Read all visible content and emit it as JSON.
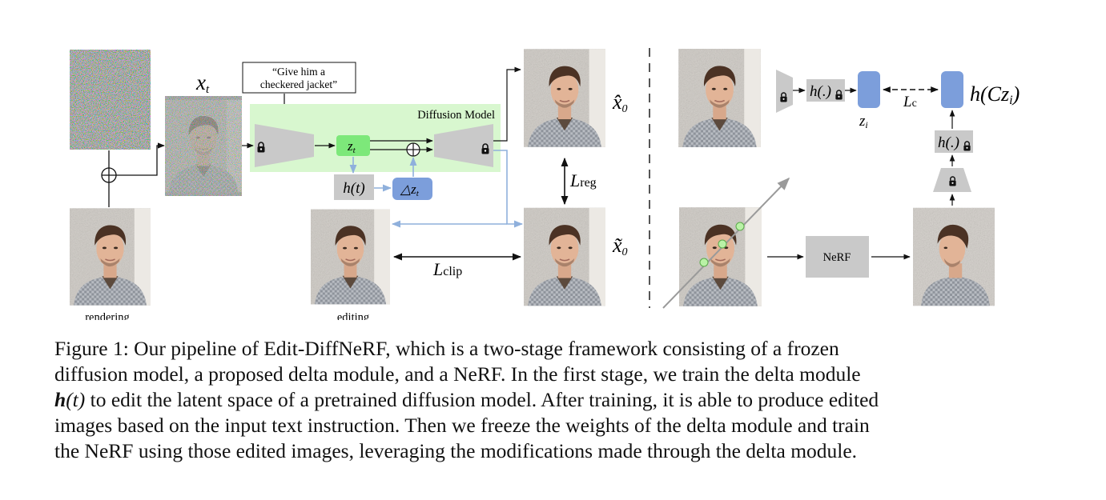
{
  "figure": {
    "prompt_line1": "“Give him a",
    "prompt_line2": "checkered jacket”",
    "diffusion_model_label": "Diffusion Model",
    "xt_label": "x",
    "xt_sub": "t",
    "zt_label": "z",
    "zt_sub": "t",
    "ht_label": "h(t)",
    "delta_z_label": "△z",
    "delta_z_sub": "t",
    "x0_hat_label": "x̂",
    "x0_hat_sub": "0",
    "x0_tilde_label": "x̃",
    "x0_tilde_sub": "0",
    "lreg_label": "L",
    "lreg_sub": "reg",
    "lclip_label": "L",
    "lclip_sub": "clip",
    "rendering_label": "rendering",
    "editing_label": "editing",
    "h_dot_label": "h(.)",
    "zi_label": "z",
    "zi_sub": "i",
    "lc_label": "L",
    "lc_sub": "c",
    "hcz_label": "h(Cz",
    "hcz_sub": "i",
    "hcz_close": ")",
    "nerf_label": "NeRF"
  },
  "caption": {
    "line1": "Figure 1: Our pipeline of Edit-DiffNeRF, which is a two-stage framework consisting of a frozen",
    "line2": "diffusion model, a proposed delta module, and a NeRF. In the first stage, we train the delta module",
    "line3_h": "h",
    "line3_t": "(t)",
    "line3_rest": " to edit the latent space of a pretrained diffusion model. After training, it is able to produce edited",
    "line4": "images based on the input text instruction. Then we freeze the weights of the delta module and train",
    "line5": "the NeRF using those edited images, leveraging the modifications made through the delta module."
  },
  "colors": {
    "diffusion_bg": "#d8f7cf",
    "zt_fill": "#7de87a",
    "delta_fill": "#7c9edb",
    "latent_fill": "#7c9edb",
    "gray_block": "#c9c9c9",
    "sample_point": "#b9f2a6",
    "arrow_blue": "#8fb0dc"
  },
  "icons": [
    "lock-icon",
    "plus-circle-icon",
    "face-photo",
    "noise-image"
  ]
}
